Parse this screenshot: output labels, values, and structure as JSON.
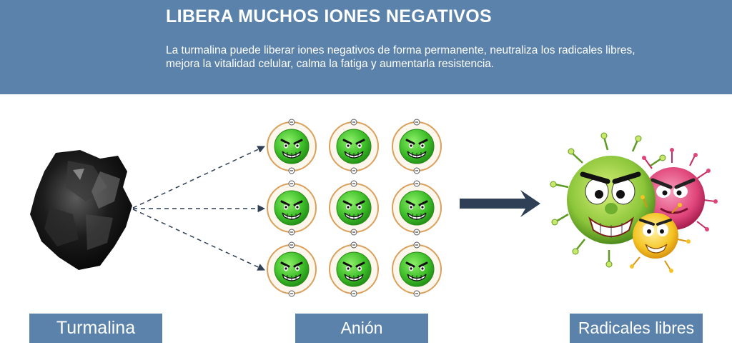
{
  "header": {
    "title": "LIBERA MUCHOS IONES NEGATIVOS",
    "description": "La turmalina puede liberar iones negativos de forma permanente, neutraliza los radicales libres, mejora la vitalidad celular, calma la fatiga y aumentarla resistencia."
  },
  "labels": {
    "turmalina": "Turmalina",
    "anion": "Anión",
    "radicales": "Radicales libres"
  },
  "colors": {
    "header_bg": "#5a82aa",
    "label_bg": "#5a82aa",
    "arrow": "#2e3f56",
    "ion_face": "#3fbf2a",
    "ion_orbit": "#d9a15c"
  },
  "icons": {
    "stone": "tourmaline-stone-icon",
    "ion": "negative-ion-face-icon",
    "virus": "free-radical-virus-icon"
  }
}
